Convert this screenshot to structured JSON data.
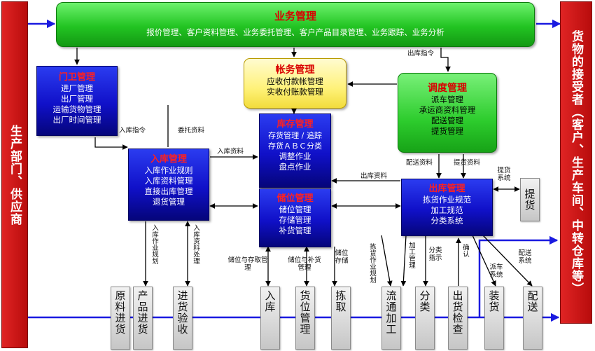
{
  "left_bar": {
    "text": "生产部门、供应商"
  },
  "right_bar": {
    "text": "货物的接受者（客户、生产车间、中转仓库等）"
  },
  "business": {
    "title": "业务管理",
    "subtitle": "报价管理、客户资料管理、业务委托管理、客户产品目录管理、业务跟踪、业务分析"
  },
  "accounts": {
    "title": "帐务管理",
    "lines": [
      "应收付款帐管理",
      "实收付账款管理"
    ]
  },
  "dispatch": {
    "title": "调度管理",
    "lines": [
      "派车管理",
      "承运商资料管理",
      "配送管理",
      "提货管理"
    ]
  },
  "gate": {
    "title": "门卫管理",
    "lines": [
      "进厂管理",
      "出厂管理",
      "运输货物管理",
      "出厂时间管理"
    ]
  },
  "inbound": {
    "title": "入库管理",
    "lines": [
      "入库作业规则",
      "入库资料管理",
      "直接出库管理",
      "退货管理"
    ]
  },
  "inventory": {
    "title": "库存管理",
    "lines": [
      "存货管理 / 追踪",
      "存货ＡＢＣ分类",
      "调整作业",
      "盘点作业"
    ]
  },
  "storage": {
    "title": "储位管理",
    "lines": [
      "储位管理",
      "存储管理",
      "补货管理"
    ]
  },
  "outbound": {
    "title": "出库管理",
    "lines": [
      "拣货作业规范",
      "加工规范",
      "分类系统"
    ]
  },
  "pickup_box": {
    "text": "提货"
  },
  "process_boxes": [
    "原料进货",
    "产品进货",
    "进货验收",
    "入库",
    "货位管理",
    "拣取",
    "流通加工",
    "分类",
    "出货检查",
    "装货",
    "配送"
  ],
  "labels": {
    "outbound_cmd": "出库指令",
    "inbound_cmd": "入库指令",
    "entrust": "委托资料",
    "inbound_data": "入库资料",
    "outbound_data": "出库资料",
    "delivery_data": "配送资料",
    "pickup_data": "提货资料",
    "pickup_system": "提货系统",
    "inbound_rule": "入库作业规划",
    "inbound_process": "入库资料处理",
    "storage_mgmt": "储位与存取管理",
    "replenish": "储位与补货管理",
    "storage_store": "储位存储",
    "picking_plan": "拣货作业规划",
    "processing": "加工管理",
    "sort_indicate": "分类指示",
    "confirm": "确认",
    "dispatch_system": "派车系统",
    "delivery_system": "配送系统"
  }
}
